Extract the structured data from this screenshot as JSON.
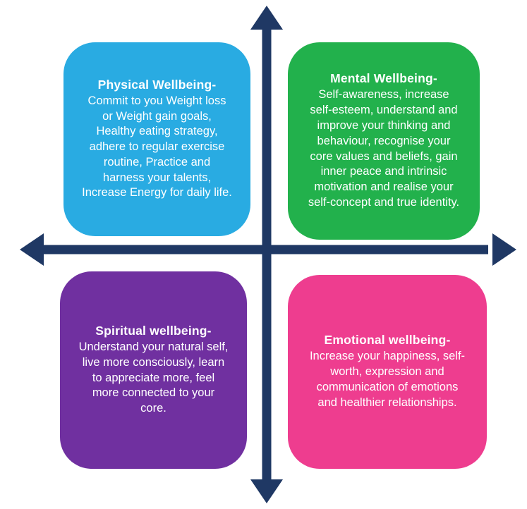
{
  "diagram": {
    "type": "four-quadrant-wellbeing-matrix",
    "axes": {
      "color": "#1F3864"
    },
    "quadrants": {
      "physical": {
        "title": "Physical Wellbeing-",
        "body": "Commit to you Weight loss or Weight gain goals, Healthy eating strategy, adhere to regular exercise routine, Practice and harness your talents, Increase Energy for daily life.",
        "color": "#29ABE2"
      },
      "mental": {
        "title": "Mental Wellbeing-",
        "body": "Self-awareness, increase self-esteem, understand and improve your thinking and behaviour, recognise your core values and beliefs, gain inner peace and intrinsic motivation and realise your self-concept and true identity.",
        "color": "#22B14C"
      },
      "spiritual": {
        "title": "Spiritual  wellbeing-",
        "body": "Understand your natural self, live more consciously, learn to appreciate more, feel more connected to your core.",
        "color": "#7030A0"
      },
      "emotional": {
        "title": "Emotional wellbeing-",
        "body": "Increase your happiness, self-worth, expression and communication of emotions and healthier relationships.",
        "color": "#EE3D8F"
      }
    }
  }
}
